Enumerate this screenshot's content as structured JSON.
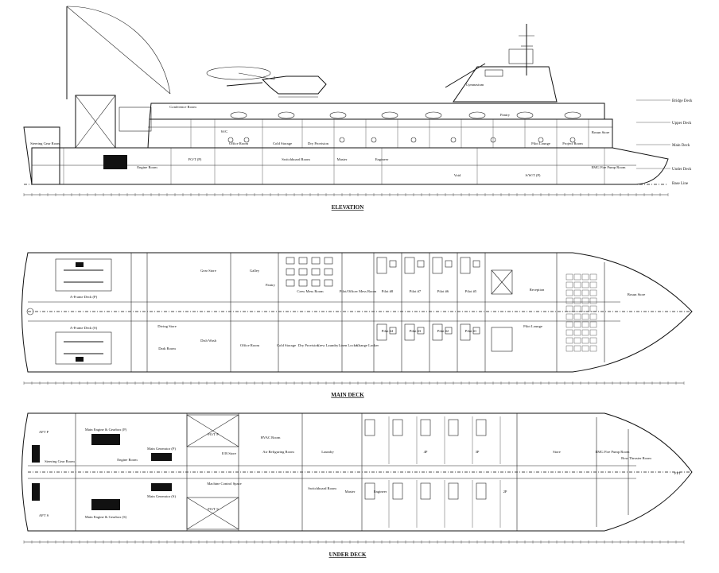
{
  "views": {
    "elevation": {
      "title": "ELEVATION",
      "deck_levels": [
        "Bridge Deck",
        "Upper Deck",
        "Main Deck",
        "Under Deck",
        "Base Line"
      ],
      "rooms": [
        "Conference Room",
        "Steering Gear Room",
        "Engine Room",
        "Office Room",
        "Cold Storage",
        "Dry Provision",
        "Switchboard Room",
        "Gymnasium",
        "Pantry",
        "Pilot Lounge",
        "Project Room",
        "Bosun Store",
        "EMG Fire Pump Room",
        "W/C",
        "Master",
        "Engineer",
        "Void",
        "FO/T (P)",
        "S/W/T (P)"
      ]
    },
    "main_deck": {
      "title": "MAIN DECK",
      "rooms": [
        "A-Frame Deck (P)",
        "A-Frame Deck (S)",
        "Galley",
        "Crew Mess Room",
        "Pilot/Officer Mess Room",
        "Pilot #8",
        "Pilot #7",
        "Pilot #6",
        "Pilot #5",
        "Pilot #4",
        "Pilot #3",
        "Pilot #2",
        "Pilot #1",
        "Reception",
        "Pilot Lounge",
        "Bosun Store",
        "Diving Store",
        "Dark Room",
        "Dish Wash",
        "Office Room",
        "Cold Storage",
        "Dry Provision",
        "Crew Laundry",
        "Linen Locker",
        "Change Locker",
        "Pantry",
        "Gear Store"
      ]
    },
    "under_deck": {
      "title": "UNDER DECK",
      "rooms": [
        "AFT P",
        "AFT S",
        "Steering Gear Room",
        "Main Engine & Gearbox (P)",
        "Main Engine & Gearbox (S)",
        "Engine Room",
        "Main Generator (P)",
        "Main Generator (S)",
        "FO/T P",
        "FO/T S",
        "E/R Store",
        "Machine Control Space",
        "HVAC Room",
        "Air Refiguring Room",
        "Laundry",
        "Switchboard Room",
        "Master",
        "Engineer",
        "4P",
        "3P",
        "2P",
        "Store",
        "EMG Fire Pump Room",
        "Bow Thruster Room",
        "FPT"
      ]
    }
  }
}
